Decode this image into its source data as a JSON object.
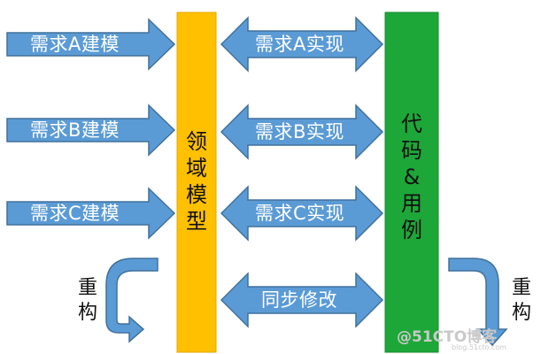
{
  "colors": {
    "arrow_fill": "#5b9bd5",
    "arrow_stroke": "#41719c",
    "domain_bar": "#ffc000",
    "domain_bar_stroke": "#e0a800",
    "code_bar": "#1ea739",
    "code_bar_stroke": "#178a2e"
  },
  "left_arrows": [
    {
      "label": "需求A建模"
    },
    {
      "label": "需求B建模"
    },
    {
      "label": "需求C建模"
    }
  ],
  "domain_model": {
    "chars": [
      "领",
      "域",
      "模",
      "型"
    ]
  },
  "mid_arrows": [
    {
      "label": "需求A实现"
    },
    {
      "label": "需求B实现"
    },
    {
      "label": "需求C实现"
    },
    {
      "label": "同步修改"
    }
  ],
  "code_cases": {
    "chars": [
      "代",
      "码",
      "&",
      "用",
      "例"
    ]
  },
  "refactor_left": {
    "chars": [
      "重",
      "构"
    ],
    "icon": "curved-arrow-icon"
  },
  "refactor_right": {
    "chars": [
      "重",
      "构"
    ],
    "icon": "curved-arrow-icon"
  },
  "watermark": {
    "text": "@51CTO博客",
    "sub": "blog.51cto.com"
  }
}
